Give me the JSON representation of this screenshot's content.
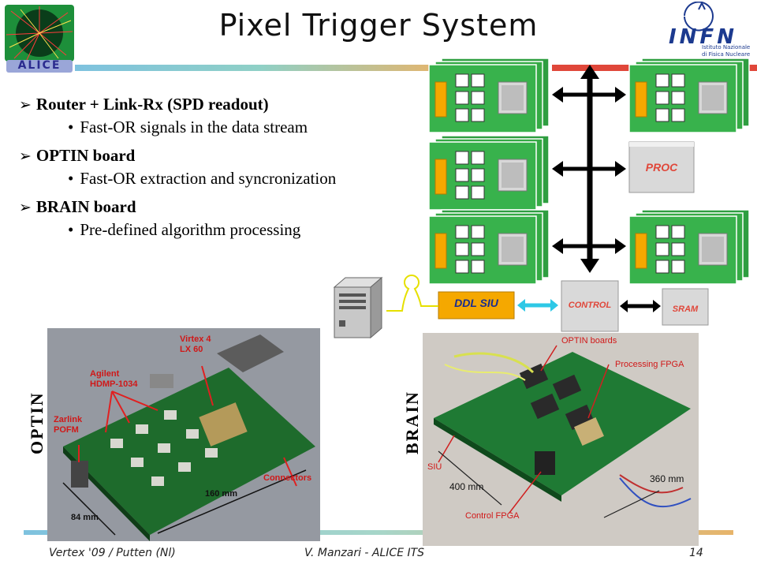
{
  "title": "Pixel Trigger System",
  "logos": {
    "left": "ALICE",
    "right": "INFN",
    "right_sub": "Istituto Nazionale di Fisica Nucleare"
  },
  "bullets": [
    {
      "heading": "Router + Link-Rx (SPD readout)",
      "sub": "Fast-OR signals in the data stream"
    },
    {
      "heading": "OPTIN board",
      "sub": "Fast-OR extraction and syncronization"
    },
    {
      "heading": "BRAIN board",
      "sub": "Pre-defined algorithm processing"
    }
  ],
  "diagram": {
    "proc": "PROC",
    "ddl_siu": "DDL SIU",
    "control": "CONTROL",
    "sram": "SRAM"
  },
  "photo_labels": {
    "optin_side": "OPTIN",
    "brain_side": "BRAIN",
    "optin": {
      "virtex": "Virtex 4\nLX 60",
      "agilent": "Agilent\nHDMP-1034",
      "zarlink": "Zarlink\nPOFM",
      "connectors": "Connectors",
      "dim_w": "160 mm",
      "dim_h": "84 mm"
    },
    "brain": {
      "optin_boards": "OPTIN boards",
      "processing": "Processing FPGA",
      "siu": "SIU",
      "dim_w": "400 mm",
      "dim_h": "360 mm",
      "control_fpga": "Control FPGA"
    }
  },
  "footer": {
    "left": "Vertex '09 / Putten (Nl)",
    "center": "V. Manzari - ALICE ITS",
    "page": "14"
  },
  "colors": {
    "board_green": "#38b24c",
    "chip_orange": "#f5a800",
    "bar_blue": "#7fc4e0",
    "bar_red": "#e0473a",
    "arrow_cyan": "#2ec8e6"
  }
}
